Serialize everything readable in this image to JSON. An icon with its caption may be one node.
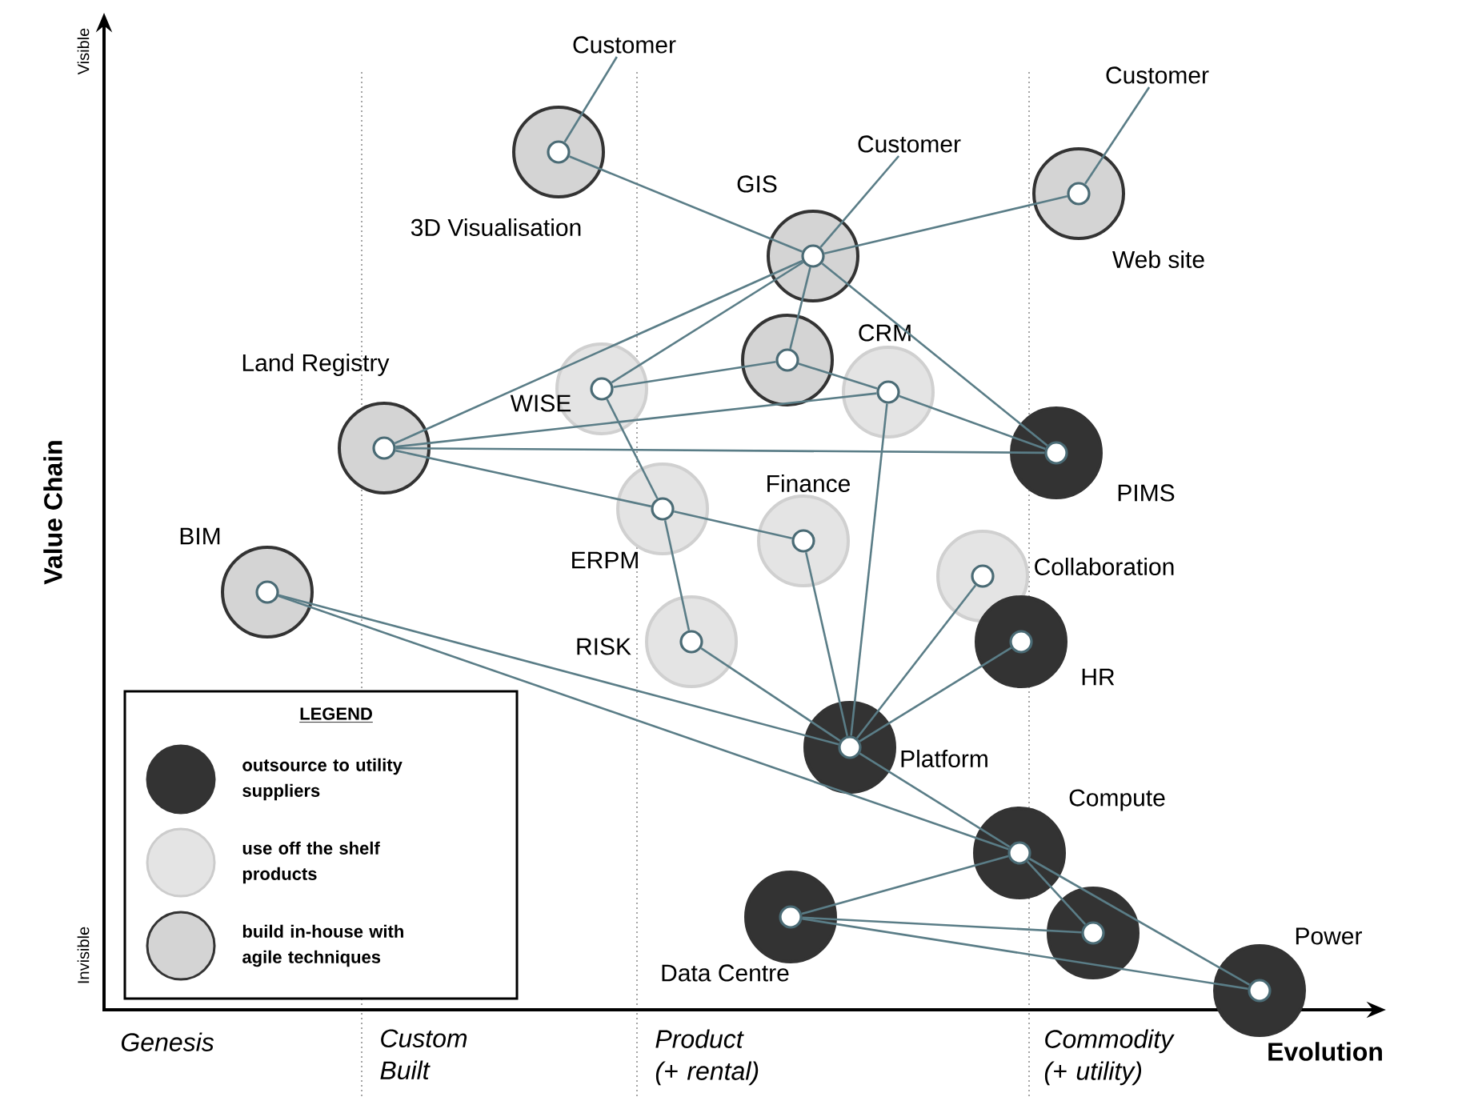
{
  "diagram": {
    "nodes": [
      {
        "text": [
          "Customer"
        ]
      },
      {
        "text": [
          "Customer"
        ]
      },
      {
        "text": [
          "Customer"
        ]
      },
      {
        "text": [],
        "shape": "circle",
        "beside": [
          "3D Visualisation"
        ]
      },
      {
        "text": [],
        "shape": "circle",
        "beside": [
          "GIS"
        ]
      },
      {
        "text": [],
        "shape": "circle",
        "beside": [
          "Web site"
        ]
      },
      {
        "text": [],
        "shape": "circle",
        "beside": [
          "WISE"
        ]
      },
      {
        "text": [],
        "shape": "circle"
      },
      {
        "text": [],
        "shape": "circle",
        "beside": [
          "CRM"
        ]
      },
      {
        "text": [],
        "shape": "circle",
        "beside": [
          "Land Registry"
        ]
      },
      {
        "text": [],
        "shape": "circle",
        "beside": [
          "PIMS"
        ]
      },
      {
        "text": [],
        "shape": "circle",
        "beside": [
          "ERPM"
        ]
      },
      {
        "text": [],
        "shape": "circle",
        "beside": [
          "Finance"
        ]
      },
      {
        "text": [],
        "shape": "circle",
        "beside": [
          "BIM"
        ]
      },
      {
        "text": [],
        "shape": "circle",
        "beside": [
          "Collaboration"
        ]
      },
      {
        "text": [],
        "shape": "circle",
        "beside": [
          "RISK"
        ]
      },
      {
        "text": [],
        "shape": "circle",
        "beside": [
          "HR"
        ]
      },
      {
        "text": [],
        "shape": "circle",
        "beside": [
          "Platform"
        ]
      },
      {
        "text": [],
        "shape": "circle",
        "beside": [
          "Compute"
        ]
      },
      {
        "text": [],
        "shape": "circle",
        "beside": [
          "Data Centre"
        ]
      },
      {
        "text": [],
        "shape": "circle"
      },
      {
        "text": [],
        "shape": "circle",
        "beside": [
          "Power"
        ]
      }
    ],
    "edges": [
      {
        "from": 0,
        "to": 3,
        "arrow": "none"
      },
      {
        "from": 1,
        "to": 4,
        "arrow": "none"
      },
      {
        "from": 2,
        "to": 5,
        "arrow": "none"
      },
      {
        "from": 3,
        "to": 4,
        "arrow": "none"
      },
      {
        "from": 4,
        "to": 5,
        "arrow": "none"
      },
      {
        "from": 4,
        "to": 6,
        "arrow": "none"
      },
      {
        "from": 4,
        "to": 9,
        "arrow": "none"
      },
      {
        "from": 4,
        "to": 7,
        "arrow": "none"
      },
      {
        "from": 4,
        "to": 10,
        "arrow": "none"
      },
      {
        "from": 7,
        "to": 6,
        "arrow": "none"
      },
      {
        "from": 7,
        "to": 8,
        "arrow": "none"
      },
      {
        "from": 9,
        "to": 8,
        "arrow": "none"
      },
      {
        "from": 9,
        "to": 10,
        "arrow": "none"
      },
      {
        "from": 9,
        "to": 11,
        "arrow": "none"
      },
      {
        "from": 8,
        "to": 10,
        "arrow": "none"
      },
      {
        "from": 8,
        "to": 17,
        "arrow": "none"
      },
      {
        "from": 6,
        "to": 11,
        "arrow": "none"
      },
      {
        "from": 11,
        "to": 12,
        "arrow": "none"
      },
      {
        "from": 11,
        "to": 15,
        "arrow": "none"
      },
      {
        "from": 12,
        "to": 17,
        "arrow": "none"
      },
      {
        "from": 15,
        "to": 17,
        "arrow": "none"
      },
      {
        "from": 14,
        "to": 17,
        "arrow": "none"
      },
      {
        "from": 16,
        "to": 17,
        "arrow": "none"
      },
      {
        "from": 13,
        "to": 17,
        "arrow": "none"
      },
      {
        "from": 13,
        "to": 18,
        "arrow": "none"
      },
      {
        "from": 17,
        "to": 18,
        "arrow": "none"
      },
      {
        "from": 18,
        "to": 19,
        "arrow": "none"
      },
      {
        "from": 18,
        "to": 20,
        "arrow": "none"
      },
      {
        "from": 18,
        "to": 21,
        "arrow": "none"
      },
      {
        "from": 19,
        "to": 20,
        "arrow": "none"
      },
      {
        "from": 19,
        "to": 21,
        "arrow": "none"
      }
    ],
    "labels": [
      "Visible",
      "Value Chain",
      "Invisible",
      "Genesis",
      "Custom Built",
      "Product (+ rental)",
      "Commodity (+ utility)",
      "Evolution",
      "LEGEND"
    ],
    "legend": [
      {
        "text": "outsource to utility suppliers",
        "color": "#333333"
      },
      {
        "text": "use off the shelf products",
        "color": "#e4e4e4"
      },
      {
        "text": "build in-house with agile techniques",
        "color": "#d4d4d4"
      }
    ]
  }
}
